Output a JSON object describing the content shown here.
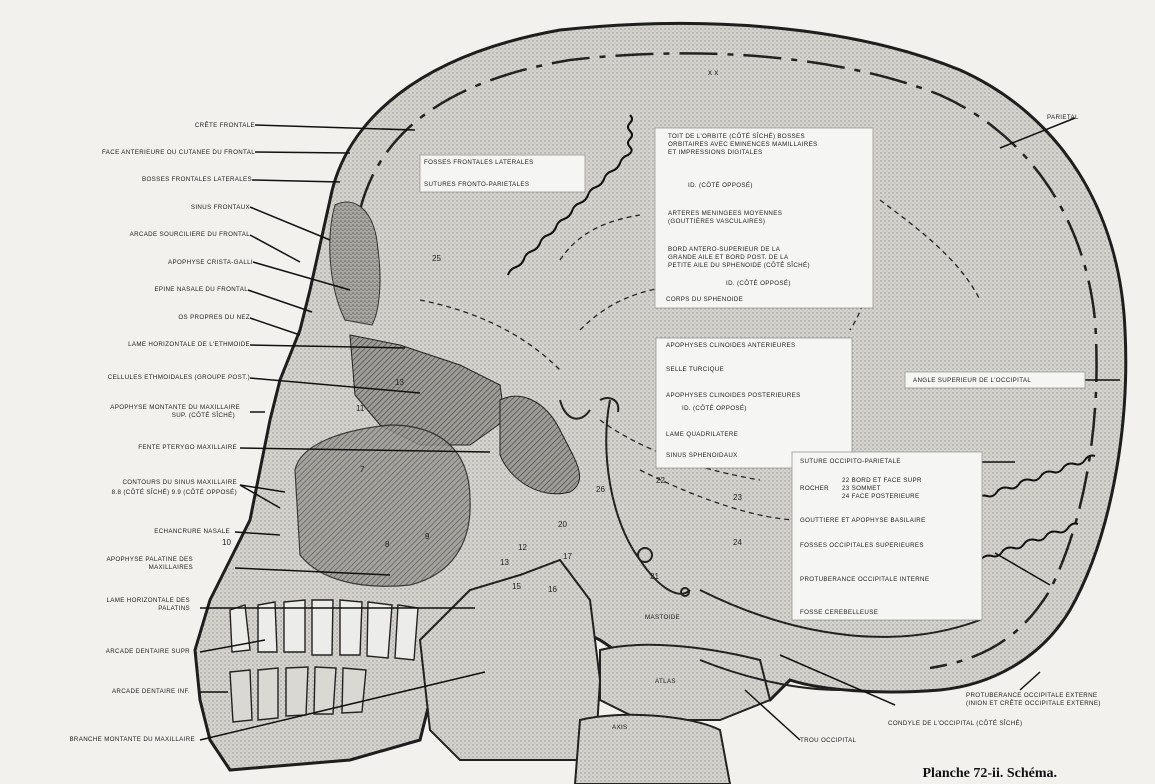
{
  "caption": "Planche 72-ii. Schéma.",
  "left_labels": [
    "CRÊTE FRONTALE",
    "FACE ANTERIEURE OU CUTANEE DU FRONTAL",
    "BOSSES FRONTALES LATERALES",
    "SINUS FRONTAUX",
    "ARCADE SOURCILIERE DU FRONTAL",
    "APOPHYSE CRISTA-GALLI",
    "EPINE NASALE DU FRONTAL",
    "OS PROPRES DU NEZ",
    "LAME HORIZONTALE DE L'ETHMOIDE",
    "CELLULES ETHMOIDALES (groupe post.)",
    "APOPHYSE MONTANTE DU MAXILLAIRE",
    "SUP. (côté sîché)",
    "FENTE PTERYGO MAXILLAIRE",
    "CONTOURS DU SINUS MAXILLAIRE",
    "8.8 (côté sîché)  9.9 (côté opposé)",
    "ECHANCRURE NASALE",
    "APOPHYSE PALATINE DES",
    "MAXILLAIRES",
    "LAME HORIZONTALE DES",
    "PALATINS",
    "ARCADE DENTAIRE SUPR",
    "ARCADE DENTAIRE INF.",
    "BRANCHE MONTANTE DU MAXILLAIRE"
  ],
  "inner_labels": {
    "fosses_frontales": "FOSSES FRONTALES LATERALES",
    "sutures_fronto": "SUTURES FRONTO-PARIETALES",
    "toit_orbite_1": "TOIT DE L'ORBITE (côté sîché) BOSSES",
    "toit_orbite_2": "ORBITAIRES AVEC EMINENCES MAMILLAIRES",
    "toit_orbite_3": "ET IMPRESSIONS DIGITALES",
    "id_oppose_1": "ID.          (côté opposé)",
    "arteres_1": "ARTERES MENINGEES MOYENNES",
    "arteres_2": "(gouttières vasculaires)",
    "bord_1": "BORD ANTERO-SUPERIEUR DE LA",
    "bord_2": "GRANDE AILE ET BORD POST. DE LA",
    "bord_3": "PETITE AILE DU SPHENOIDE (côté sîché)",
    "id_oppose_2": "ID.          (côté opposé)",
    "corps": "CORPS DU SPHENOIDE",
    "apoph_ant": "APOPHYSES CLINOIDES ANTERIEURES",
    "selle": "SELLE TURCIQUE",
    "apoph_post": "APOPHYSES CLINOIDES POSTERIEURES",
    "id_oppose_3": "ID.        (côté opposé)",
    "lame_quad": "LAME QUADRILATERE",
    "sinus_sph": "SINUS SPHENOIDAUX",
    "suture_occ": "SUTURE OCCIPITO-PARIETALE",
    "rocher": "ROCHER",
    "rocher_22": "22 BORD ET FACE SUPR",
    "rocher_23": "23 SOMMET",
    "rocher_24": "24 FACE POSTERIEURE",
    "gouttiere": "GOUTTIERE ET APOPHYSE BASILAIRE",
    "fosses_occ": "FOSSES OCCIPITALES SUPERIEURES",
    "protub_int": "PROTUBERANCE OCCIPITALE INTERNE",
    "fosse_cer": "FOSSE CEREBELLEUSE",
    "mastoide": "MASTOIDE",
    "atlas": "ATLAS",
    "axis": "AXIS"
  },
  "right_labels": {
    "parietal": "PARIETAL",
    "angle": "ANGLE SUPERIEUR DE L'OCCIPITAL",
    "protub_ext_1": "PROTUBERANCE OCCIPITALE EXTERNE",
    "protub_ext_2": "(Inion et crête occipitale externe)",
    "condyle": "CONDYLE DE L'OCCIPITAL (côté sîché)",
    "trou": "TROU OCCIPITAL"
  },
  "numbers": [
    "25",
    "11",
    "13",
    "7",
    "8",
    "9",
    "10",
    "12",
    "13",
    "15",
    "16",
    "17",
    "20",
    "21",
    "22",
    "23",
    "24",
    "26",
    "x x"
  ]
}
